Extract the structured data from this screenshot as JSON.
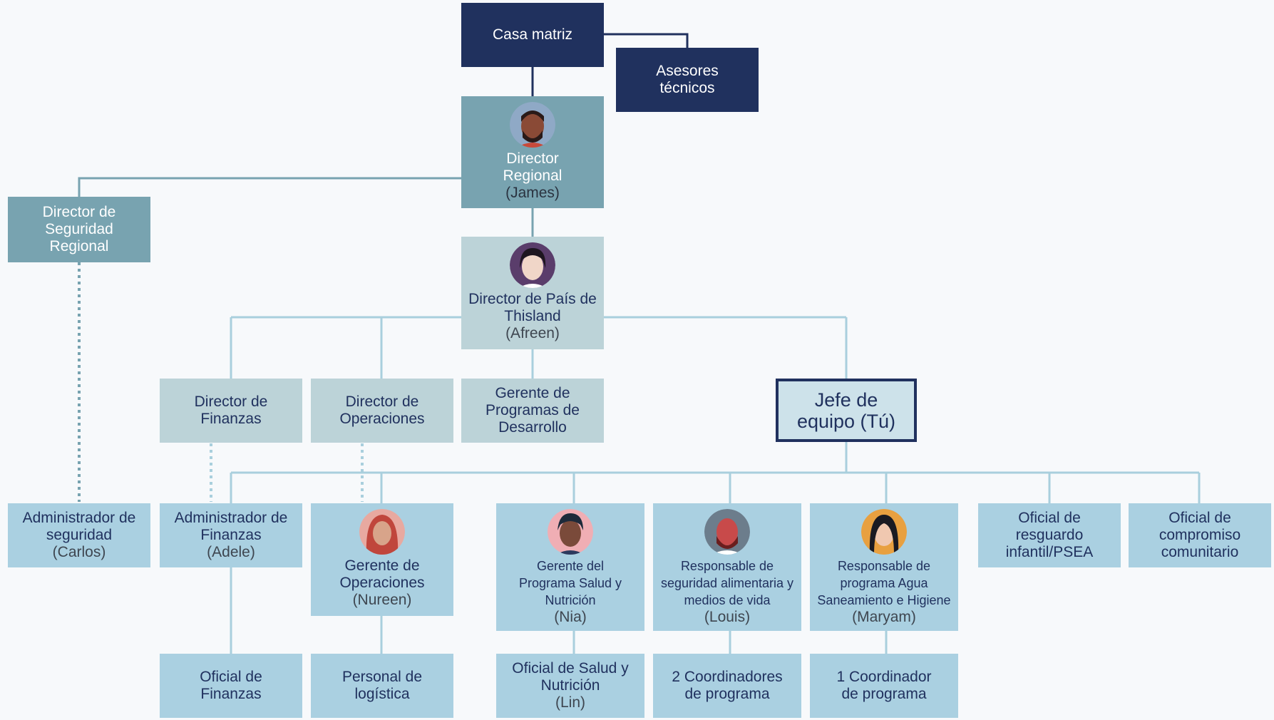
{
  "colors": {
    "navy": "#20315e",
    "teal": "#78a3b0",
    "pale_teal": "#bcd3d8",
    "light_blue": "#aad0e1",
    "line": "#a9cfdd"
  },
  "nodes": {
    "casa_matriz": "Casa matriz",
    "asesores": "Asesores técnicos",
    "director_regional": {
      "title": "Director Regional",
      "name": "(James)"
    },
    "director_seguridad": "Director de Seguridad Regional",
    "director_pais": {
      "title": "Director de País de Thisland",
      "name": "(Afreen)"
    },
    "director_finanzas": "Director de Finanzas",
    "director_operaciones": "Director de Operaciones",
    "gerente_desarrollo": "Gerente de Programas de Desarrollo",
    "jefe_equipo": "Jefe de equipo (Tú)",
    "admin_seguridad": {
      "title": "Administrador de seguridad",
      "name": "(Carlos)"
    },
    "admin_finanzas": {
      "title": "Administrador de Finanzas",
      "name": "(Adele)"
    },
    "gerente_operaciones": {
      "title": "Gerente de Operaciones",
      "name": "(Nureen)"
    },
    "gerente_salud": {
      "title": "Gerente del Programa Salud y Nutrición",
      "name": "(Nia)"
    },
    "resp_seguridad_alimentaria": {
      "title": "Responsable de seguridad alimentaria y medios de vida",
      "name": "(Louis)"
    },
    "resp_agua": {
      "title": "Responsable de programa Agua Saneamiento e Higiene",
      "name": "(Maryam)"
    },
    "oficial_resguardo": "Oficial de resguardo infantil/PSEA",
    "oficial_compromiso": "Oficial de compromiso comunitario",
    "oficial_finanzas": "Oficial de Finanzas",
    "personal_logistica": "Personal de logística",
    "oficial_salud": {
      "title": "Oficial de Salud y Nutrición",
      "name": "(Lin)"
    },
    "coordinadores_2": "2 Coordinadores de programa",
    "coordinador_1": "1 Coordinador de programa"
  },
  "avatars": {
    "james": "man-portrait-icon",
    "afreen": "woman-portrait-icon",
    "nureen": "woman-headscarf-portrait-icon",
    "nia": "woman-portrait-icon",
    "louis": "man-bearded-portrait-icon",
    "maryam": "woman-portrait-icon"
  }
}
